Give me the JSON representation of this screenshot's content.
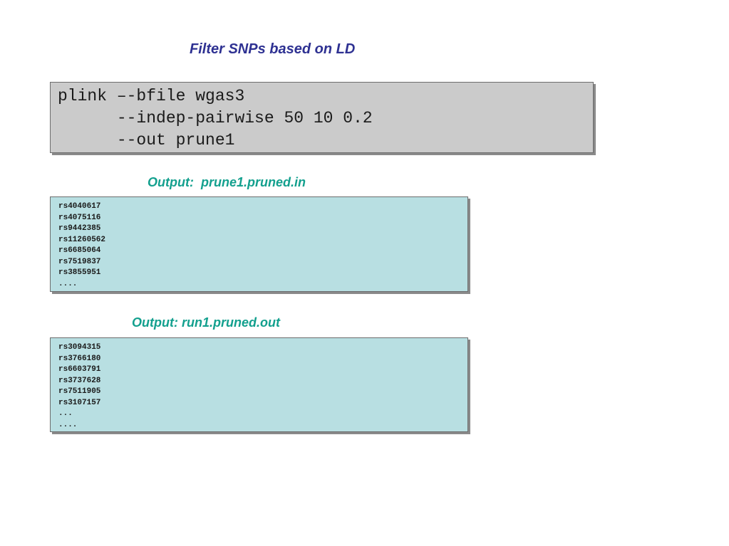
{
  "title": "Filter SNPs based on LD",
  "command": {
    "lines": [
      "plink –-bfile wgas3",
      "      --indep-pairwise 50 10 0.2",
      "      --out prune1"
    ]
  },
  "output_in": {
    "label": "Output:  prune1.pruned.in",
    "items": [
      "rs4040617",
      "rs4075116",
      "rs9442385",
      "rs11260562",
      "rs6685064",
      "rs7519837",
      "rs3855951",
      "...."
    ]
  },
  "output_out": {
    "label": "Output: run1.pruned.out",
    "items": [
      "rs3094315",
      "rs3766180",
      "rs6603791",
      "rs3737628",
      "rs7511905",
      "rs3107157",
      "...",
      "...."
    ]
  },
  "colors": {
    "title": "#2e3192",
    "output_label": "#13a08e",
    "command_box": "#cbcbcb",
    "list_box": "#b8dfe2"
  }
}
